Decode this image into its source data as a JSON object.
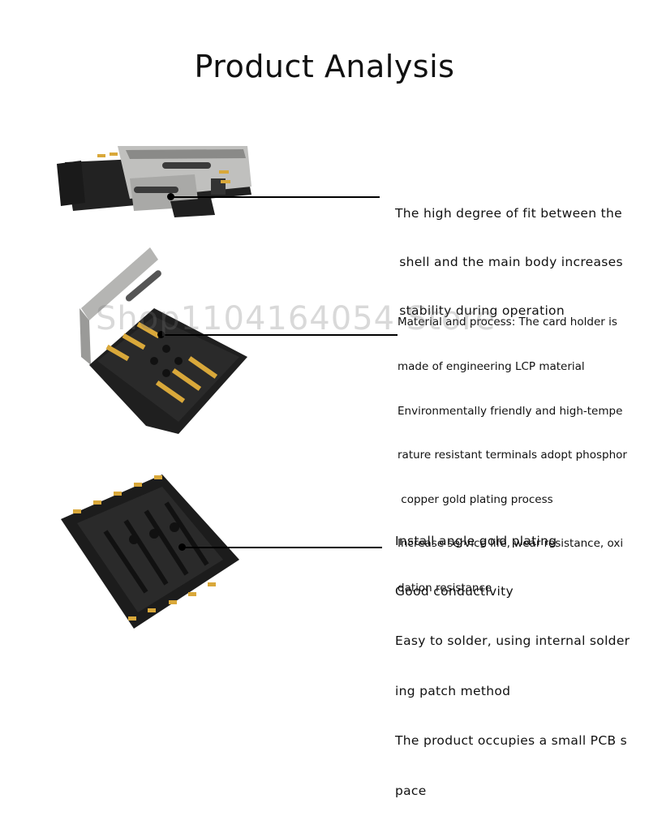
{
  "title": "Product Analysis",
  "watermark": "Shop1104164054 Store",
  "callouts": [
    {
      "lines": [
        "The high degree of fit between the",
        " shell and the main body increases",
        " stability during operation"
      ]
    },
    {
      "lines": [
        "Material and process: The card holder is",
        "made of engineering LCP material",
        "Environmentally friendly and high-tempe",
        "rature resistant terminals adopt phosphor",
        " copper gold plating process",
        "Increase service life, wear resistance, oxi",
        "dation resistance"
      ]
    },
    {
      "lines": [
        "Install angle gold plating",
        "Good conductivity",
        "Easy to solder, using internal solder",
        "ing patch method",
        "The product occupies a small PCB s",
        "pace"
      ]
    }
  ],
  "colors": {
    "background": "#ffffff",
    "text": "#111111",
    "metal_shell": "#b9b9b7",
    "plastic_body": "#1c1c1c",
    "gold_contacts": "#d9a83a"
  }
}
